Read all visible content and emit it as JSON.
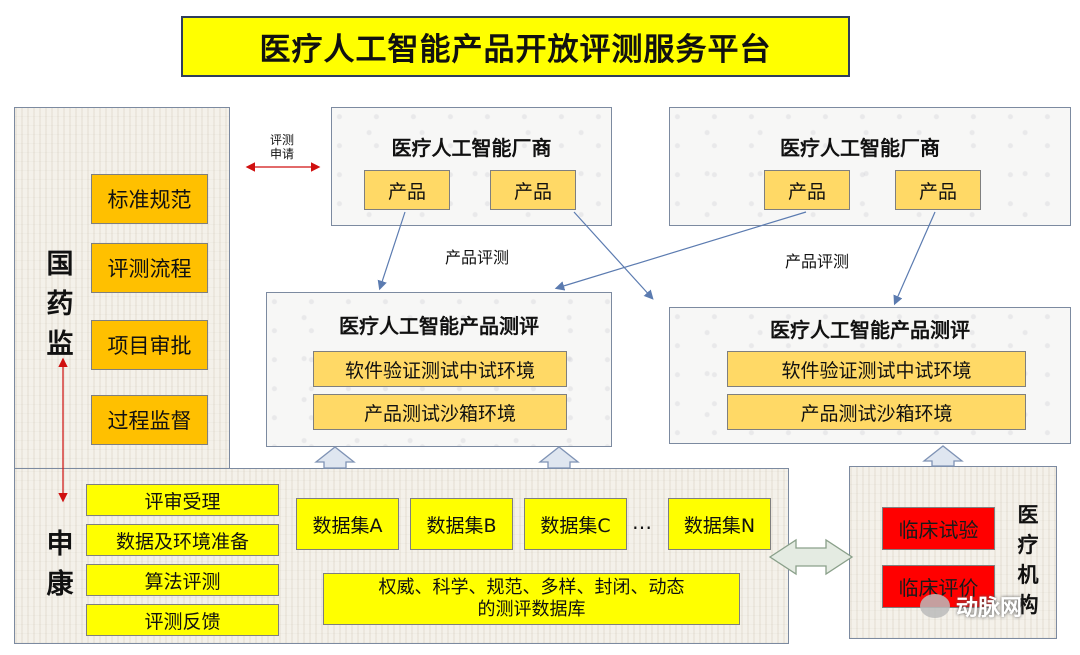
{
  "title": "医疗人工智能产品开放评测服务平台",
  "regulator": {
    "name": "国药监",
    "items": [
      "标准规范",
      "评测流程",
      "项目审批",
      "过程监督"
    ]
  },
  "apply_label_line1": "评测",
  "apply_label_line2": "申请",
  "vendors": [
    {
      "title": "医疗人工智能厂商",
      "products": [
        "产品",
        "产品"
      ]
    },
    {
      "title": "医疗人工智能厂商",
      "products": [
        "产品",
        "产品"
      ]
    }
  ],
  "eval_label_left": "产品评测",
  "eval_label_right": "产品评测",
  "evaluation_centers": [
    {
      "title": "医疗人工智能产品测评",
      "envs": [
        "软件验证测试中试环境",
        "产品测试沙箱环境"
      ]
    },
    {
      "title": "医疗人工智能产品测评",
      "envs": [
        "软件验证测试中试环境",
        "产品测试沙箱环境"
      ]
    }
  ],
  "shenkang": {
    "name": "申康",
    "steps": [
      "评审受理",
      "数据及环境准备",
      "算法评测",
      "评测反馈"
    ],
    "datasets": [
      "数据集A",
      "数据集B",
      "数据集C",
      "…",
      "数据集N"
    ],
    "database_line1": "权威、科学、规范、多样、封闭、动态",
    "database_line2": "的测评数据库"
  },
  "hospital": {
    "name": "医疗机构",
    "items": [
      "临床试验",
      "临床评价"
    ]
  },
  "watermark": "动脉网"
}
